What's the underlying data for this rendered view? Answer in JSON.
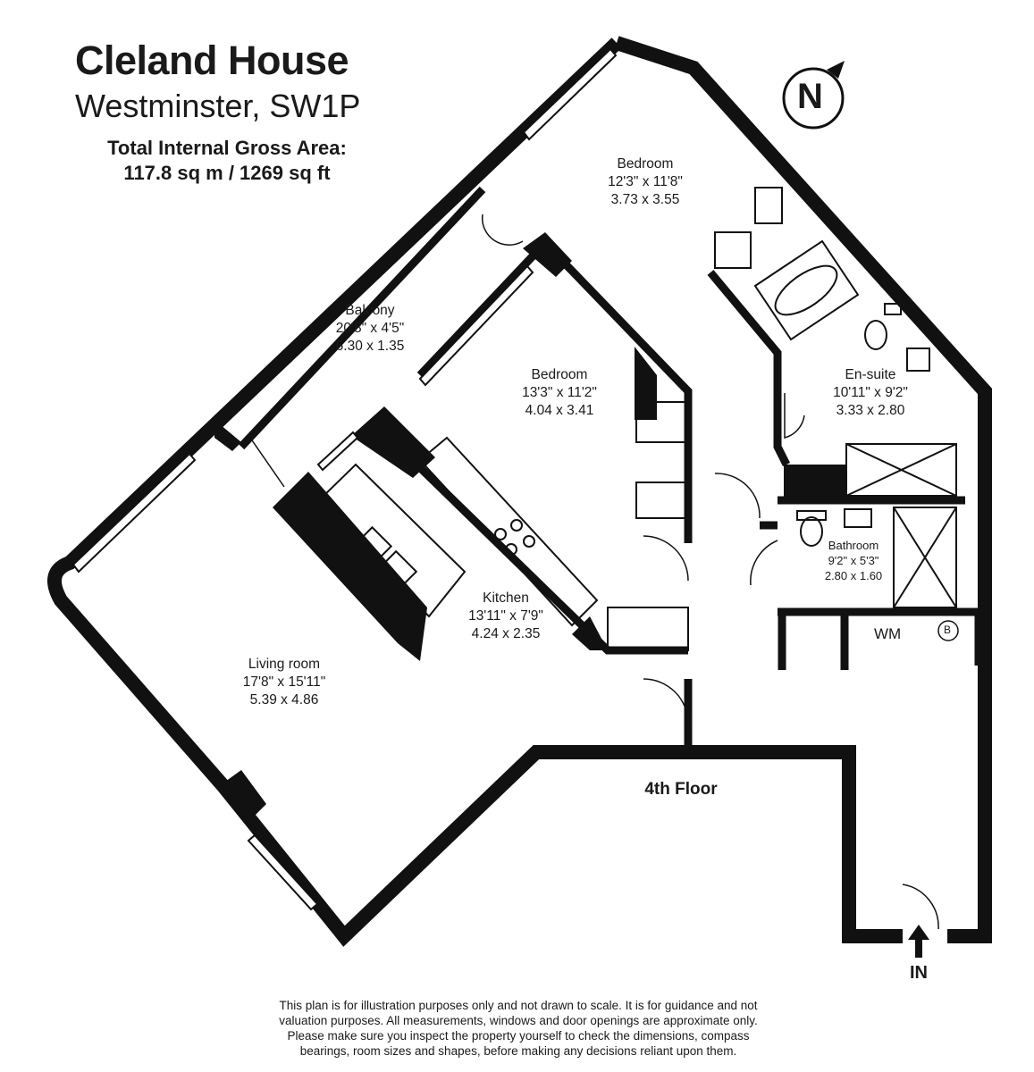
{
  "header": {
    "title": "Cleland House",
    "subtitle": "Westminster, SW1P",
    "area_line1": "Total Internal Gross Area:",
    "area_line2": "117.8 sq m / 1269 sq ft"
  },
  "compass": {
    "label": "N"
  },
  "rooms": {
    "bedroom1": {
      "name": "Bedroom",
      "imperial": "12'3\" x 11'8\"",
      "metric": "3.73 x 3.55"
    },
    "balcony": {
      "name": "Balcony",
      "imperial": "20'8\" x 4'5\"",
      "metric": "6.30 x 1.35"
    },
    "bedroom2": {
      "name": "Bedroom",
      "imperial": "13'3\" x 11'2\"",
      "metric": "4.04 x 3.41"
    },
    "ensuite": {
      "name": "En-suite",
      "imperial": "10'11\" x 9'2\"",
      "metric": "3.33 x 2.80"
    },
    "bathroom": {
      "name": "Bathroom",
      "imperial": "9'2\" x 5'3\"",
      "metric": "2.80 x 1.60"
    },
    "kitchen": {
      "name": "Kitchen",
      "imperial": "13'11\" x 7'9\"",
      "metric": "4.24 x 2.35"
    },
    "living": {
      "name": "Living room",
      "imperial": "17'8\" x 15'11\"",
      "metric": "5.39 x 4.86"
    }
  },
  "labels": {
    "wm": "WM",
    "boiler": "B",
    "floor": "4th Floor",
    "entrance": "IN"
  },
  "disclaimer": [
    "This plan is for illustration purposes only and not drawn to scale. It is for guidance and not",
    "valuation purposes. All measurements, windows and door openings are approximate only.",
    "Please make sure you inspect the property yourself to check the dimensions, compass",
    "bearings, room sizes and shapes, before making any decisions reliant upon them."
  ],
  "colors": {
    "wall": "#111111",
    "text": "#1a1a1a",
    "background": "#ffffff"
  }
}
